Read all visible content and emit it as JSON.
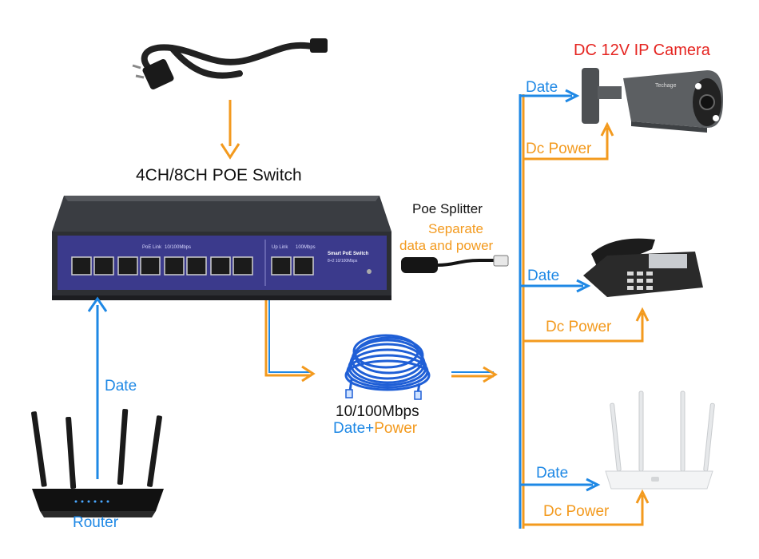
{
  "switch_title": "4CH/8CH POE Switch",
  "switch_panel": {
    "poe_link": "PoE Link",
    "speed": "10/100Mbps",
    "uplink": "Up Link",
    "uplink_speed": "100Mbps",
    "brand": "Smart PoE Switch",
    "model": "8+2 10/100Mbps"
  },
  "router_link_label": "Date",
  "router_label": "Router",
  "cable_speed": "10/100Mbps",
  "cable_date": "Date",
  "cable_plus": "+",
  "cable_power": "Power",
  "splitter": {
    "title": "Poe Splitter",
    "line1": "Separate",
    "line2": "data and power"
  },
  "camera_title": "DC 12V IP Camera",
  "camera_brand": "Techage",
  "camera_date": "Date",
  "camera_power": "Dc Power",
  "phone_date": "Date",
  "phone_power": "Dc Power",
  "ap_date": "Date",
  "ap_power": "Dc Power",
  "colors": {
    "data_blue": "#1e88e5",
    "power_orange": "#f39a1e",
    "title_red": "#e52420",
    "switch_panel": "#3b3a8c"
  }
}
